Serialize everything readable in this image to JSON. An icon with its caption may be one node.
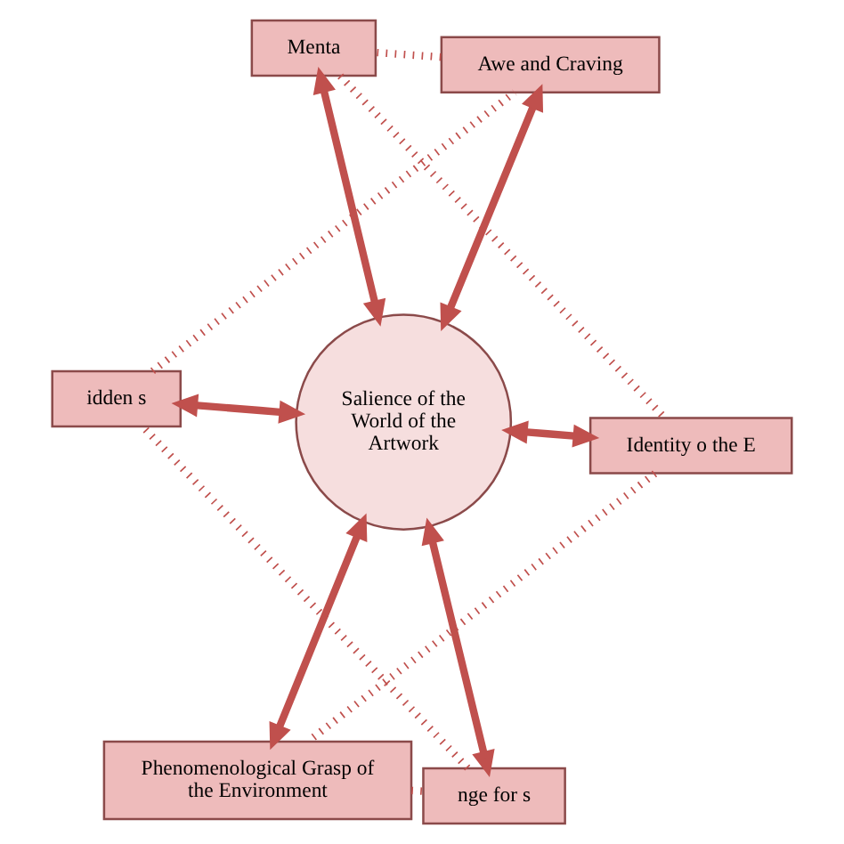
{
  "diagram": {
    "nodes": [
      {
        "text": [
          "Awe and Craving"
        ]
      },
      {
        "text": [
          "idden s"
        ]
      },
      {
        "text": [
          "Menta"
        ]
      },
      {
        "text": [
          "Salience of the World of the Artwork"
        ]
      },
      {
        "text": [
          "nge for s"
        ]
      },
      {
        "text": [
          "Identity o the E"
        ]
      },
      {
        "text": [
          "Phenomenological Grasp of the Environment"
        ]
      }
    ],
    "edges": [
      {
        "from": 3,
        "to": 0,
        "arrow": "both"
      },
      {
        "from": 3,
        "to": 1,
        "arrow": "both"
      },
      {
        "from": 3,
        "to": 2,
        "arrow": "both"
      },
      {
        "from": 3,
        "to": 4,
        "arrow": "both"
      },
      {
        "from": 3,
        "to": 5,
        "arrow": "both"
      },
      {
        "from": 3,
        "to": 6,
        "arrow": "both"
      },
      {
        "from": 0,
        "to": 2,
        "arrow": "none",
        "style": "dashed"
      },
      {
        "from": 2,
        "to": 5,
        "arrow": "none",
        "style": "dashed"
      },
      {
        "from": 5,
        "to": 6,
        "arrow": "none",
        "style": "dashed"
      },
      {
        "from": 6,
        "to": 4,
        "arrow": "none",
        "style": "dashed"
      },
      {
        "from": 4,
        "to": 1,
        "arrow": "none",
        "style": "dashed"
      },
      {
        "from": 1,
        "to": 0,
        "arrow": "none",
        "style": "dashed"
      }
    ]
  }
}
